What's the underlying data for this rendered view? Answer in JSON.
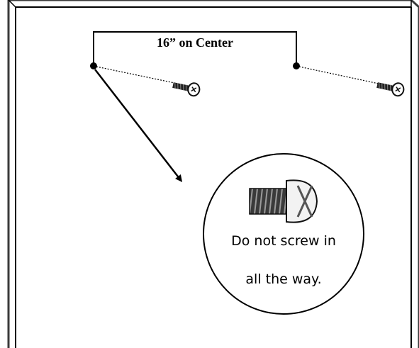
{
  "dimension_label": "16” on Center",
  "callout": {
    "line1": "Do not screw in",
    "line2": "all the way."
  },
  "colors": {
    "line": "#000000",
    "background": "#ffffff",
    "panel_shadow": "#3a3a3a"
  },
  "icons": {
    "screw_left": "screw-icon",
    "screw_right": "screw-icon",
    "screw_closeup": "screw-closeup-icon"
  }
}
